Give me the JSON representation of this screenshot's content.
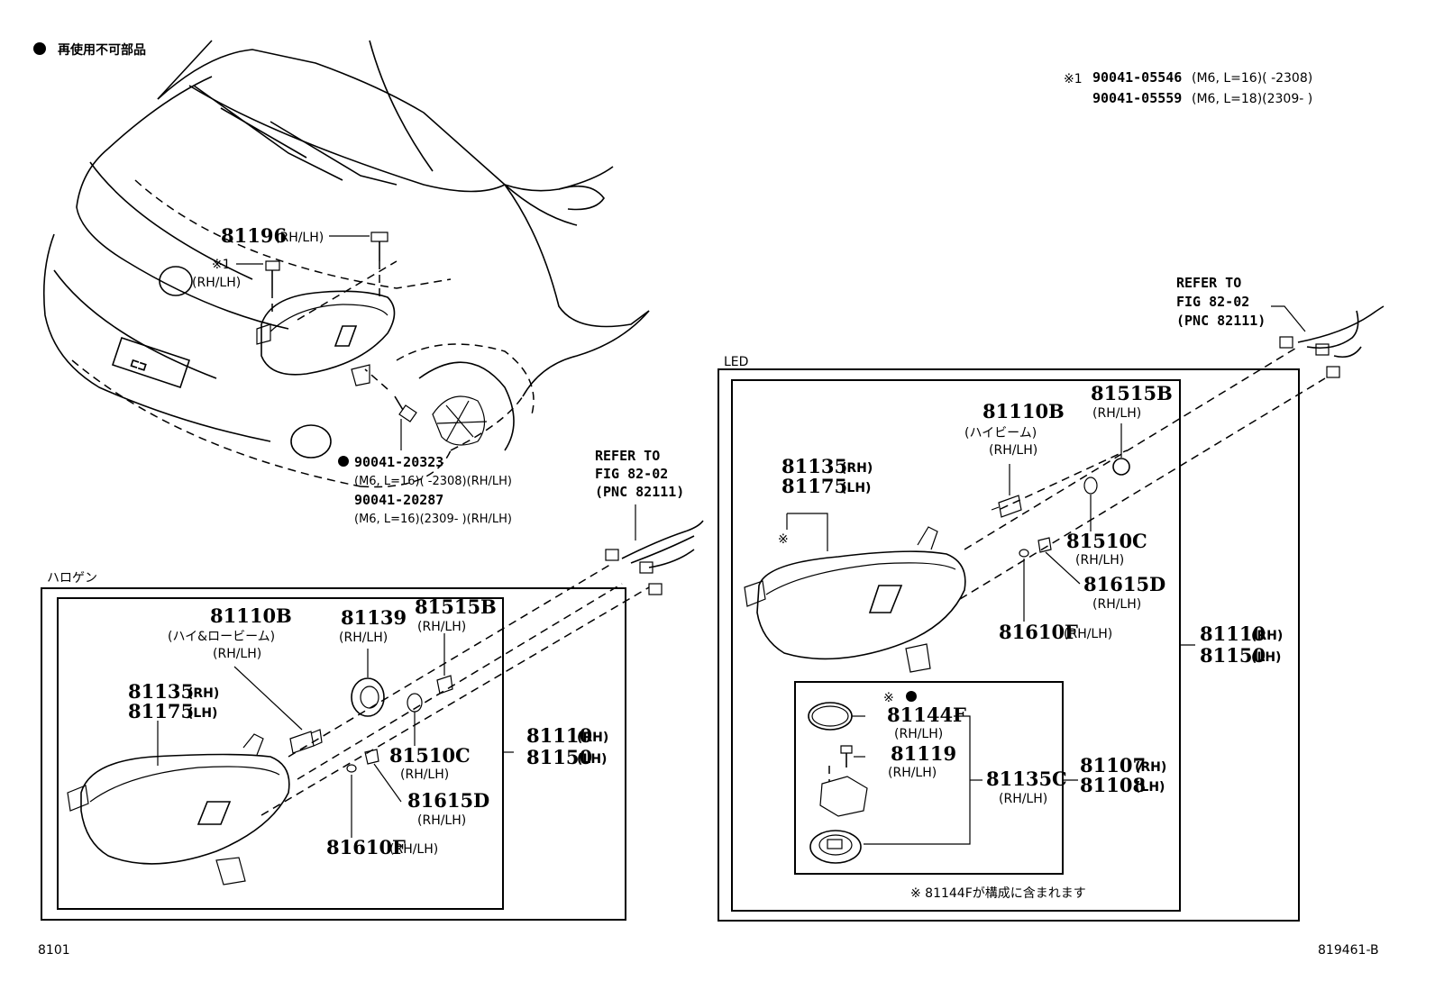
{
  "legend": {
    "bullet_text": "再使用不可部品"
  },
  "note_top_right": {
    "line1_mark": "※1",
    "line1_part": "90041-05546",
    "line1_spec": "(M6, L=16)(      -2308)",
    "line2_part": "90041-05559",
    "line2_spec": "(M6, L=18)(2309-      )"
  },
  "car_labels": {
    "p81196": "81196",
    "p81196_side": "(RH/LH)",
    "mark1": "※1",
    "mark1_side": "(RH/LH)",
    "bolt1_part": "90041-20323",
    "bolt1_spec": "(M6, L=16)(      -2308)(RH/LH)",
    "bolt2_part": "90041-20287",
    "bolt2_spec": "(M6, L=16)(2309-      )(RH/LH)"
  },
  "refer_left": {
    "l1": "REFER TO",
    "l2": "FIG 82-02",
    "l3": "(PNC 82111)"
  },
  "refer_right": {
    "l1": "REFER TO",
    "l2": "FIG 82-02",
    "l3": "(PNC 82111)"
  },
  "halogen": {
    "title": "ハロゲン",
    "p81110B": "81110B",
    "p81110B_desc": "(ハイ&ロービーム)",
    "p81110B_side": "(RH/LH)",
    "p81139": "81139",
    "p81139_side": "(RH/LH)",
    "p81515B": "81515B",
    "p81515B_side": "(RH/LH)",
    "p81135": "81135",
    "p81135_side": "(RH)",
    "p81175": "81175",
    "p81175_side": "(LH)",
    "p81510C": "81510C",
    "p81510C_side": "(RH/LH)",
    "p81615D": "81615D",
    "p81615D_side": "(RH/LH)",
    "p81610F": "81610F",
    "p81610F_side": "(RH/LH)",
    "p81110": "81110",
    "p81110_side": "(RH)",
    "p81150": "81150",
    "p81150_side": "(LH)"
  },
  "led": {
    "title": "LED",
    "p81110B": "81110B",
    "p81110B_desc": "(ハイビーム)",
    "p81110B_side": "(RH/LH)",
    "p81515B": "81515B",
    "p81515B_side": "(RH/LH)",
    "p81135": "81135",
    "p81135_side": "(RH)",
    "p81175": "81175",
    "p81175_side": "(LH)",
    "mark": "※",
    "p81510C": "81510C",
    "p81510C_side": "(RH/LH)",
    "p81615D": "81615D",
    "p81615D_side": "(RH/LH)",
    "p81610F": "81610F",
    "p81610F_side": "(RH/LH)",
    "p81110": "81110",
    "p81110_side": "(RH)",
    "p81150": "81150",
    "p81150_side": "(LH)",
    "p81144F_mark": "※",
    "p81144F": "81144F",
    "p81144F_side": "(RH/LH)",
    "p81119": "81119",
    "p81119_side": "(RH/LH)",
    "p81135C": "81135C",
    "p81135C_side": "(RH/LH)",
    "p81107": "81107",
    "p81107_side": "(RH)",
    "p81108": "81108",
    "p81108_side": "(LH)",
    "footnote": "※ 81144Fが構成に含まれます"
  },
  "footer": {
    "left": "8101",
    "right": "819461-B"
  }
}
